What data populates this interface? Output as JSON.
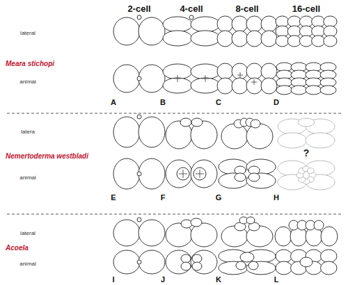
{
  "diagram": {
    "labels": [
      "2-cell",
      "4-cell",
      "8-cell",
      "16-cell",
      "lateral",
      "Meara stichopi",
      "animal",
      "A",
      "B",
      "C",
      "D",
      "latera",
      "Nemertoderma westbladi",
      "animal",
      "E",
      "F",
      "G",
      "H",
      "?",
      "lateral",
      "Acoela",
      "animal",
      "I",
      "J",
      "K",
      "L"
    ]
  }
}
